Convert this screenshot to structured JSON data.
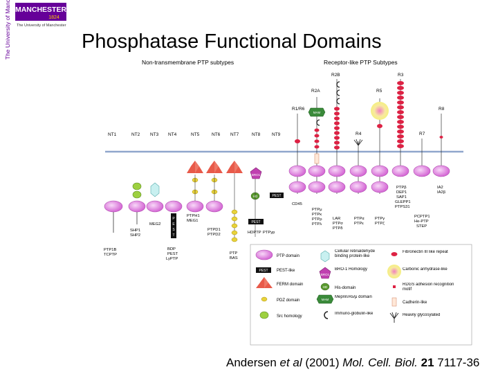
{
  "header": {
    "logo_word": "MANCHESTER",
    "logo_year": "1824",
    "logo_sub": "The University of Manchester",
    "vertical_text": "The University of Manchester"
  },
  "title": "Phosphatase Functional Domains",
  "diagram": {
    "heading_left": "Non-transmembrane PTP subtypes",
    "heading_right": "Receptor-like PTP Subtypes",
    "nt_labels": [
      "NT1",
      "NT2",
      "NT3",
      "NT4",
      "NT5",
      "NT6",
      "NT7",
      "NT8",
      "NT9"
    ],
    "r_labels": {
      "r2a": "R2A",
      "r2b": "R2B",
      "r3": "R3",
      "r1r6": "R1/R6",
      "r5": "R5",
      "r4": "R4",
      "r7": "R7",
      "r8": "R8"
    },
    "tags": {
      "mam": "MAM",
      "bro1": "BRO1",
      "hd": "HD",
      "pest": "PEST"
    },
    "nt_bottom": {
      "nt1": [
        "PTP1B",
        "TCPTP"
      ],
      "nt2": [
        "SHP1",
        "SHP2"
      ],
      "nt3": [
        "MEG2"
      ],
      "nt4": [
        "BDP",
        "PEST",
        "LyPTP"
      ],
      "nt5a": [
        "PTPH1",
        "MEG1"
      ],
      "nt5b": [
        "PTPD1",
        "PTPD2"
      ],
      "nt7": [
        "PTP",
        "BAS"
      ],
      "nt8": [
        "HDPTP",
        "PTPyp"
      ]
    },
    "r_bottom": {
      "r1r6": [
        "CD45"
      ],
      "r2a": [
        "PTPμ",
        "PTPκ",
        "PTPρ",
        "PTPλ"
      ],
      "r2b": [
        "LAR",
        "PTPσ",
        "PTPδ"
      ],
      "r4": [
        "PTPα",
        "PTPε"
      ],
      "r5": [
        "PTPγ",
        "PTPζ"
      ],
      "r3": [
        "PTPβ",
        "DEP1",
        "SAP1",
        "GLEPP1",
        "PTPS31"
      ],
      "r7": [
        "PCPTP1",
        "He-PTP",
        "STEP"
      ],
      "r8": [
        "IA2",
        "IA2β"
      ]
    },
    "legend": {
      "ptp": "PTP domain",
      "pest": "PEST-like",
      "ferm": "FERM domain",
      "pdz": "PDZ domain",
      "src": "Src homology",
      "crbp": "Cellular retinaldehyde binding protein-like",
      "bro1": "BRO-1 Homology",
      "his": "His-domain",
      "mam": "Meprin/A5/μ domain",
      "ig": "Immuno-globulin-like",
      "fn": "Fibronectin III like repeat",
      "ca": "Carbonic anhydrase-like",
      "rdgs": "RDGS adhesion recognition motif",
      "cad": "Cadherin-like",
      "glyco": "Heavily glycosylated"
    }
  },
  "citation": {
    "authors": "Andersen ",
    "etal": "et al",
    "year": " (2001) ",
    "journal": "Mol. Cell. Biol.",
    "space1": " ",
    "volume": "21",
    "pages": " 7117-36"
  },
  "colors": {
    "ptp": "#e078e0",
    "membrane": "#8fa6cc",
    "fibronectin": "#dd2244",
    "ferm": "#ee7766",
    "pdz": "#e8d23a",
    "src": "#9dd040",
    "carbonic": "#f5f080",
    "logo_purple": "#660099"
  }
}
